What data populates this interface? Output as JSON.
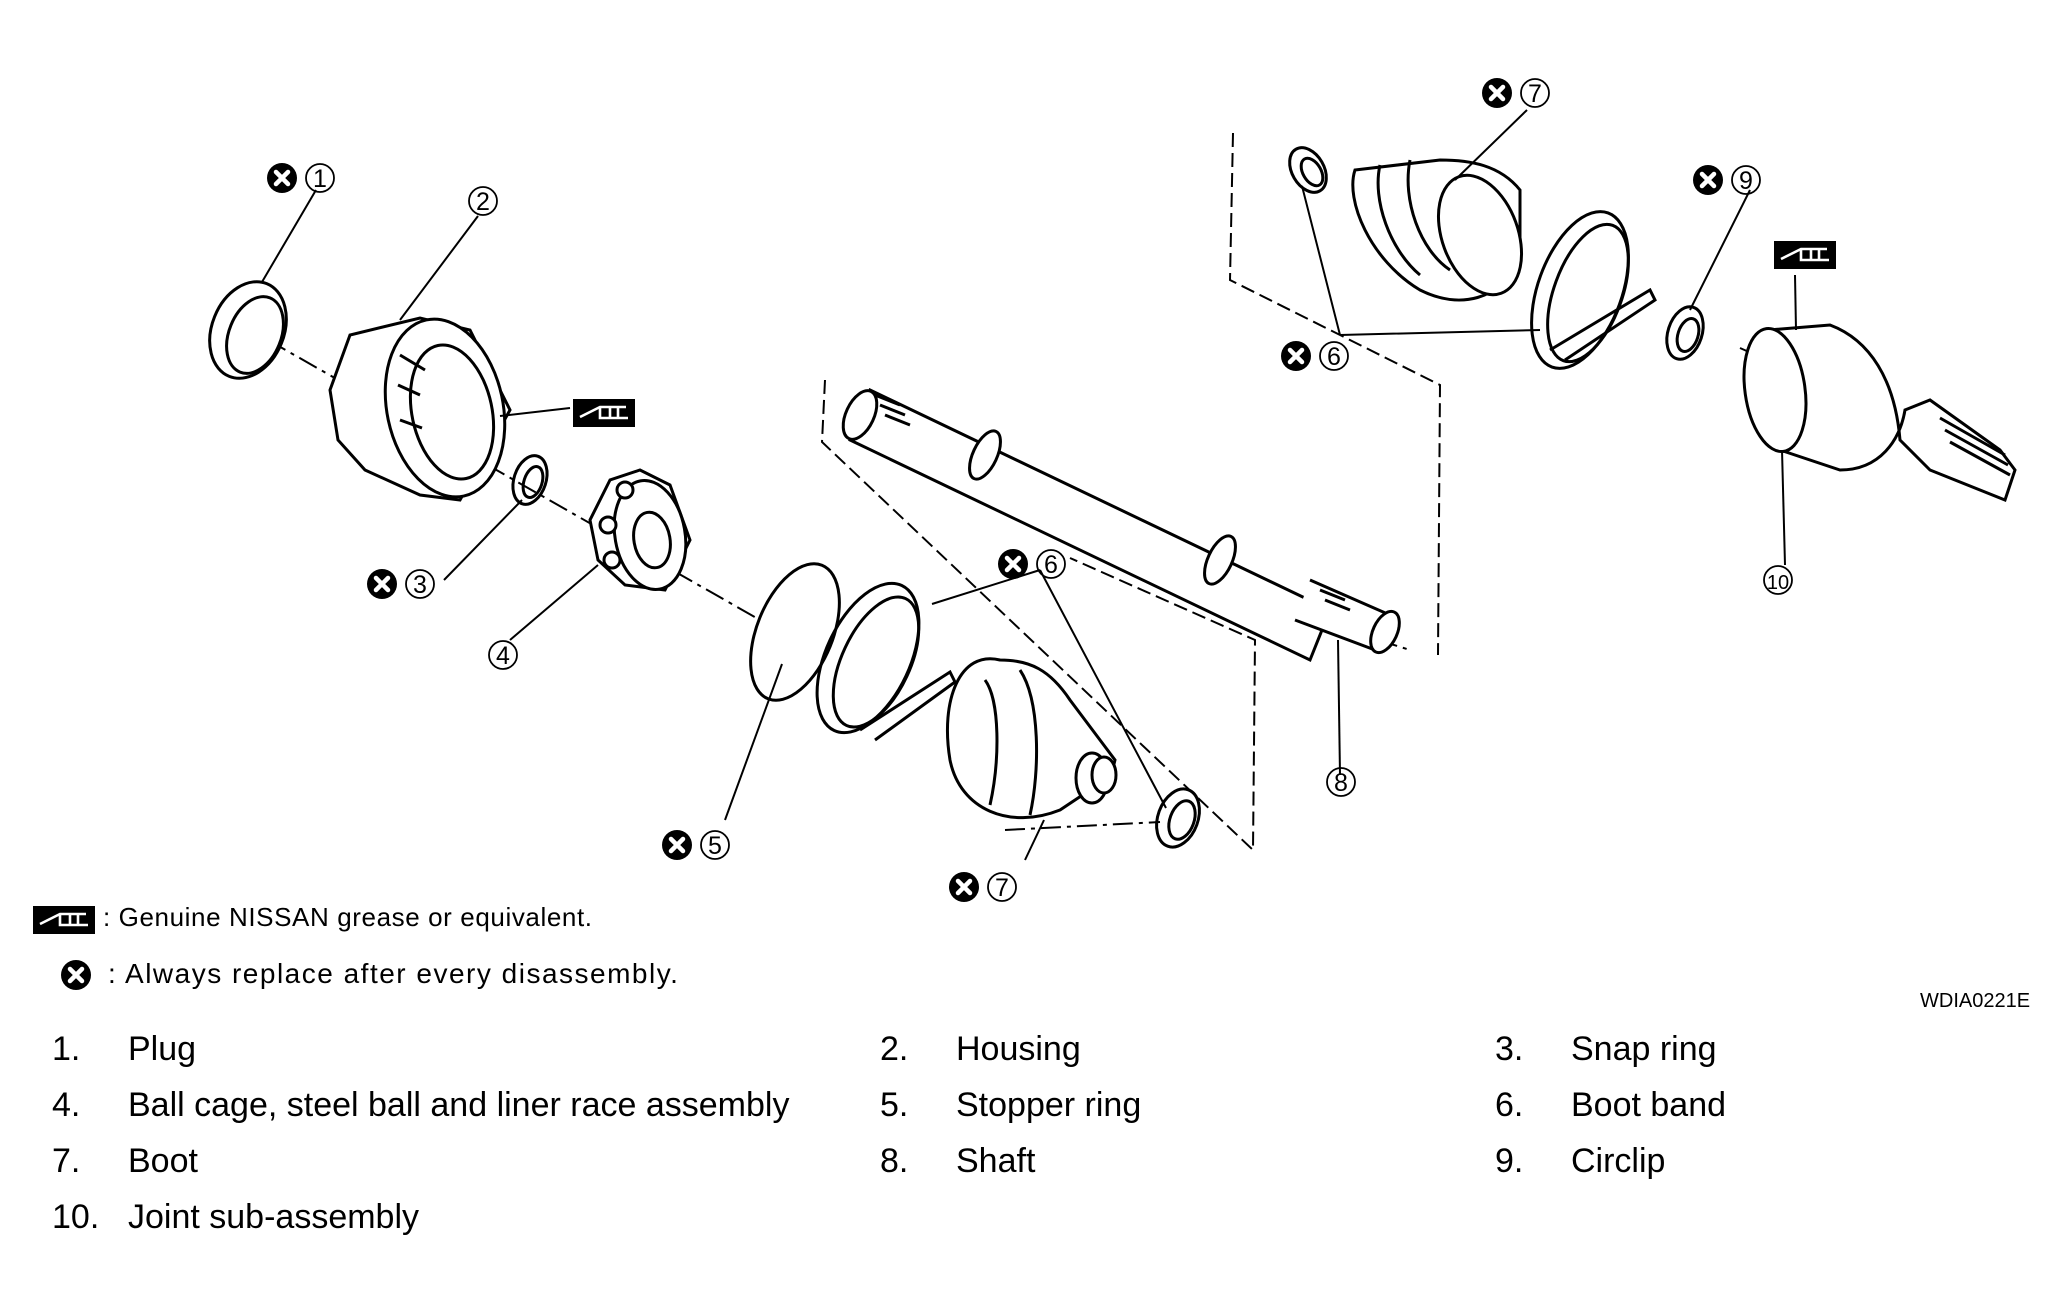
{
  "legend": {
    "grease_text": ": Genuine NISSAN grease or equivalent.",
    "replace_text": ": Always replace after every disassembly.",
    "grease_icon": "grease-gun-icon",
    "replace_icon": "x-circle-icon"
  },
  "figure_code": "WDIA0221E",
  "callouts": [
    "1",
    "2",
    "3",
    "4",
    "5",
    "6",
    "6",
    "7",
    "7",
    "8",
    "9",
    "10"
  ],
  "parts": [
    {
      "no": "1.",
      "name": "Plug"
    },
    {
      "no": "2.",
      "name": "Housing"
    },
    {
      "no": "3.",
      "name": "Snap ring"
    },
    {
      "no": "4.",
      "name": "Ball cage, steel ball and liner race assembly"
    },
    {
      "no": "5.",
      "name": "Stopper ring"
    },
    {
      "no": "6.",
      "name": "Boot band"
    },
    {
      "no": "7.",
      "name": "Boot"
    },
    {
      "no": "8.",
      "name": "Shaft"
    },
    {
      "no": "9.",
      "name": "Circlip"
    },
    {
      "no": "10.",
      "name": "Joint sub-assembly"
    }
  ]
}
